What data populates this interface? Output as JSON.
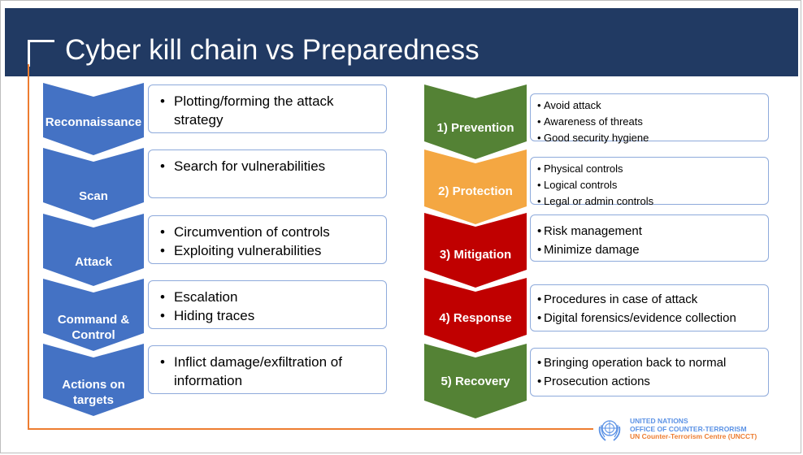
{
  "title": "Cyber kill chain vs Preparedness",
  "kill_chain": [
    {
      "label": "Reconnaissance",
      "items": [
        "Plotting/forming the attack strategy"
      ]
    },
    {
      "label": "Scan",
      "items": [
        "Search for vulnerabilities"
      ]
    },
    {
      "label": "Attack",
      "items": [
        "Circumvention of controls",
        "Exploiting vulnerabilities"
      ]
    },
    {
      "label_line1": "Command &",
      "label_line2": "Control",
      "items": [
        "Escalation",
        "Hiding traces"
      ]
    },
    {
      "label_line1": "Actions on",
      "label_line2": "targets",
      "items": [
        "Inflict damage/exfiltration of information"
      ]
    }
  ],
  "preparedness": [
    {
      "label": "1) Prevention",
      "color": "#548235",
      "items": [
        "Avoid attack",
        "Awareness of threats",
        "Good security hygiene"
      ]
    },
    {
      "label": "2) Protection",
      "color": "#f4a742",
      "items": [
        "Physical controls",
        "Logical controls",
        "Legal or admin controls"
      ]
    },
    {
      "label": "3) Mitigation",
      "color": "#c00000",
      "items": [
        "Risk management",
        "Minimize damage"
      ]
    },
    {
      "label": "4) Response",
      "color": "#c00000",
      "items": [
        "Procedures in case of attack",
        "Digital forensics/evidence collection"
      ]
    },
    {
      "label": "5) Recovery",
      "color": "#548235",
      "items": [
        "Bringing operation back to normal",
        "Prosecution actions"
      ]
    }
  ],
  "colors": {
    "title_bar": "#213a63",
    "kill_chain_chevron": "#4472c4",
    "box_border": "#8eaadb",
    "accent_line": "#ed7d31"
  },
  "logo": {
    "line1": "UNITED NATIONS",
    "line2": "OFFICE OF COUNTER-TERRORISM",
    "line3": "UN Counter-Terrorism Centre (UNCCT)",
    "icon": "un-emblem-icon"
  }
}
